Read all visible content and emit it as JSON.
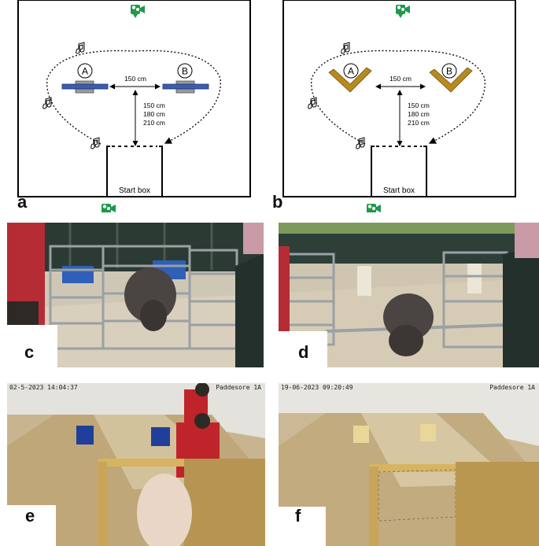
{
  "panels": {
    "a": {
      "label": "a",
      "distance_ab": "150 cm",
      "distance_start": [
        "150 cm",
        "180 cm",
        "210 cm"
      ],
      "target_a": "A",
      "target_b": "B",
      "start_box": "Start box"
    },
    "b": {
      "label": "b",
      "distance_ab": "150 cm",
      "distance_start": [
        "150 cm",
        "180 cm",
        "210 cm"
      ],
      "target_a": "A",
      "target_b": "B",
      "start_box": "Start box"
    },
    "c": {
      "label": "c"
    },
    "d": {
      "label": "d"
    },
    "e": {
      "label": "e",
      "timestamp": "02-5-2023 14:04:37",
      "camera": "Paddesore 1A"
    },
    "f": {
      "label": "f",
      "timestamp": "19-06-2023 09:20:49",
      "camera": "Paddesore 1A"
    }
  },
  "colors": {
    "board_blue": "#3b5db3",
    "board_gray": "#9a9a9a",
    "chevron_gold": "#b88a1e",
    "camera_green": "#1e9a4a"
  },
  "icons": [
    "camera-icon",
    "music-note-icon",
    "arrow-icon"
  ]
}
